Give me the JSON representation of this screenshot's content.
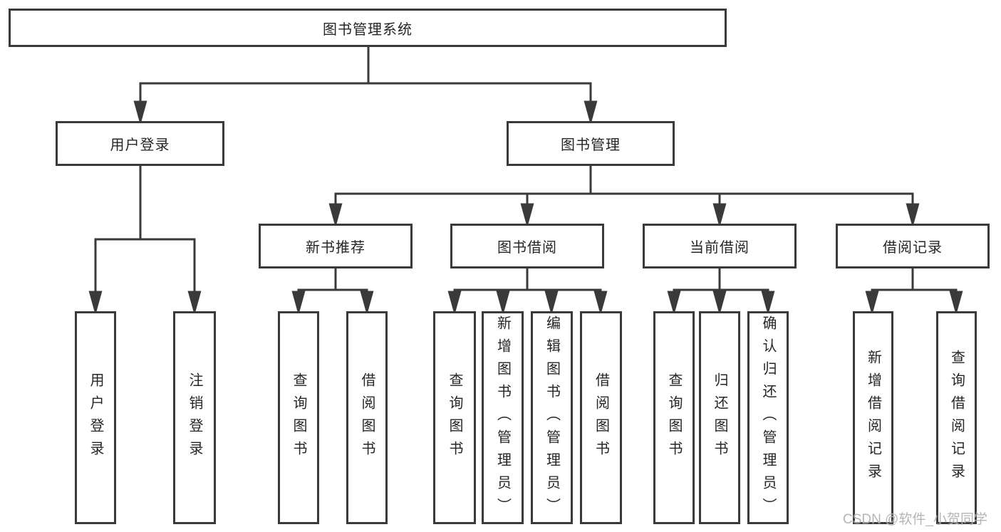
{
  "diagram_title": "图书管理系统",
  "tree": {
    "root": "图书管理系统",
    "branches": [
      {
        "label": "用户登录",
        "leaves": [
          "用户登录",
          "注销登录"
        ]
      },
      {
        "label": "图书管理",
        "children": [
          {
            "label": "新书推荐",
            "leaves": [
              "查询图书",
              "借阅图书"
            ]
          },
          {
            "label": "图书借阅",
            "leaves": [
              "查询图书",
              "新增图书（管理员）",
              "编辑图书（管理员）",
              "借阅图书"
            ]
          },
          {
            "label": "当前借阅",
            "leaves": [
              "查询图书",
              "归还图书",
              "确认归还（管理员）"
            ]
          },
          {
            "label": "借阅记录",
            "leaves": [
              "新增借阅记录",
              "查询借阅记录"
            ]
          }
        ]
      }
    ]
  },
  "watermark": "CSDN @软件_小贺同学",
  "colors": {
    "line": "#3a3a3a",
    "box_border": "#3a3a3a",
    "box_fill": "#ffffff",
    "text": "#262626",
    "watermark": "#a9a9a9",
    "background": "#ffffff"
  }
}
